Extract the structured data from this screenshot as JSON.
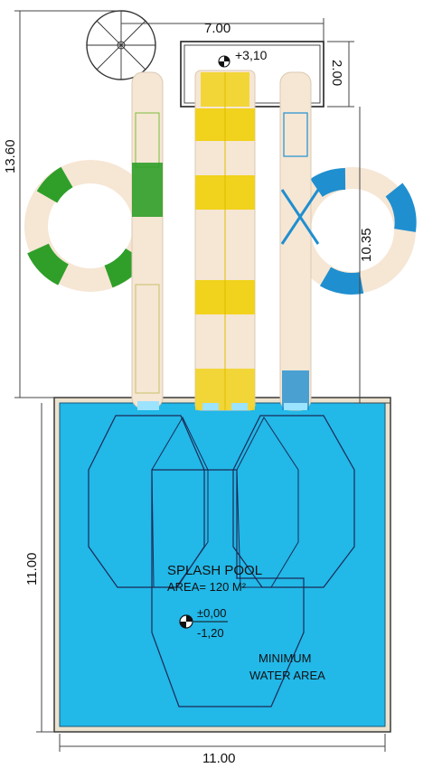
{
  "dimensions": {
    "top_width": "7.00",
    "top_elevation": "+3,10",
    "platform_depth": "2.00",
    "total_height": "13.60",
    "slide_height": "10.35",
    "pool_depth_side": "11.00",
    "pool_width_bottom": "11.00"
  },
  "pool": {
    "title": "SPLASH POOL",
    "area": "AREA= 120 M²",
    "level_top": "±0,00",
    "level_bottom": "-1,20",
    "min_area_line1": "MINIMUM",
    "min_area_line2": "WATER AREA"
  },
  "colors": {
    "water": "#22b8e8",
    "pool_edge": "#ece3cf",
    "slide_body": "#f6e6d4",
    "green": "#2f9f2a",
    "yellow": "#f1d21c",
    "blue": "#1f8fd0",
    "line": "#1b2a55"
  }
}
